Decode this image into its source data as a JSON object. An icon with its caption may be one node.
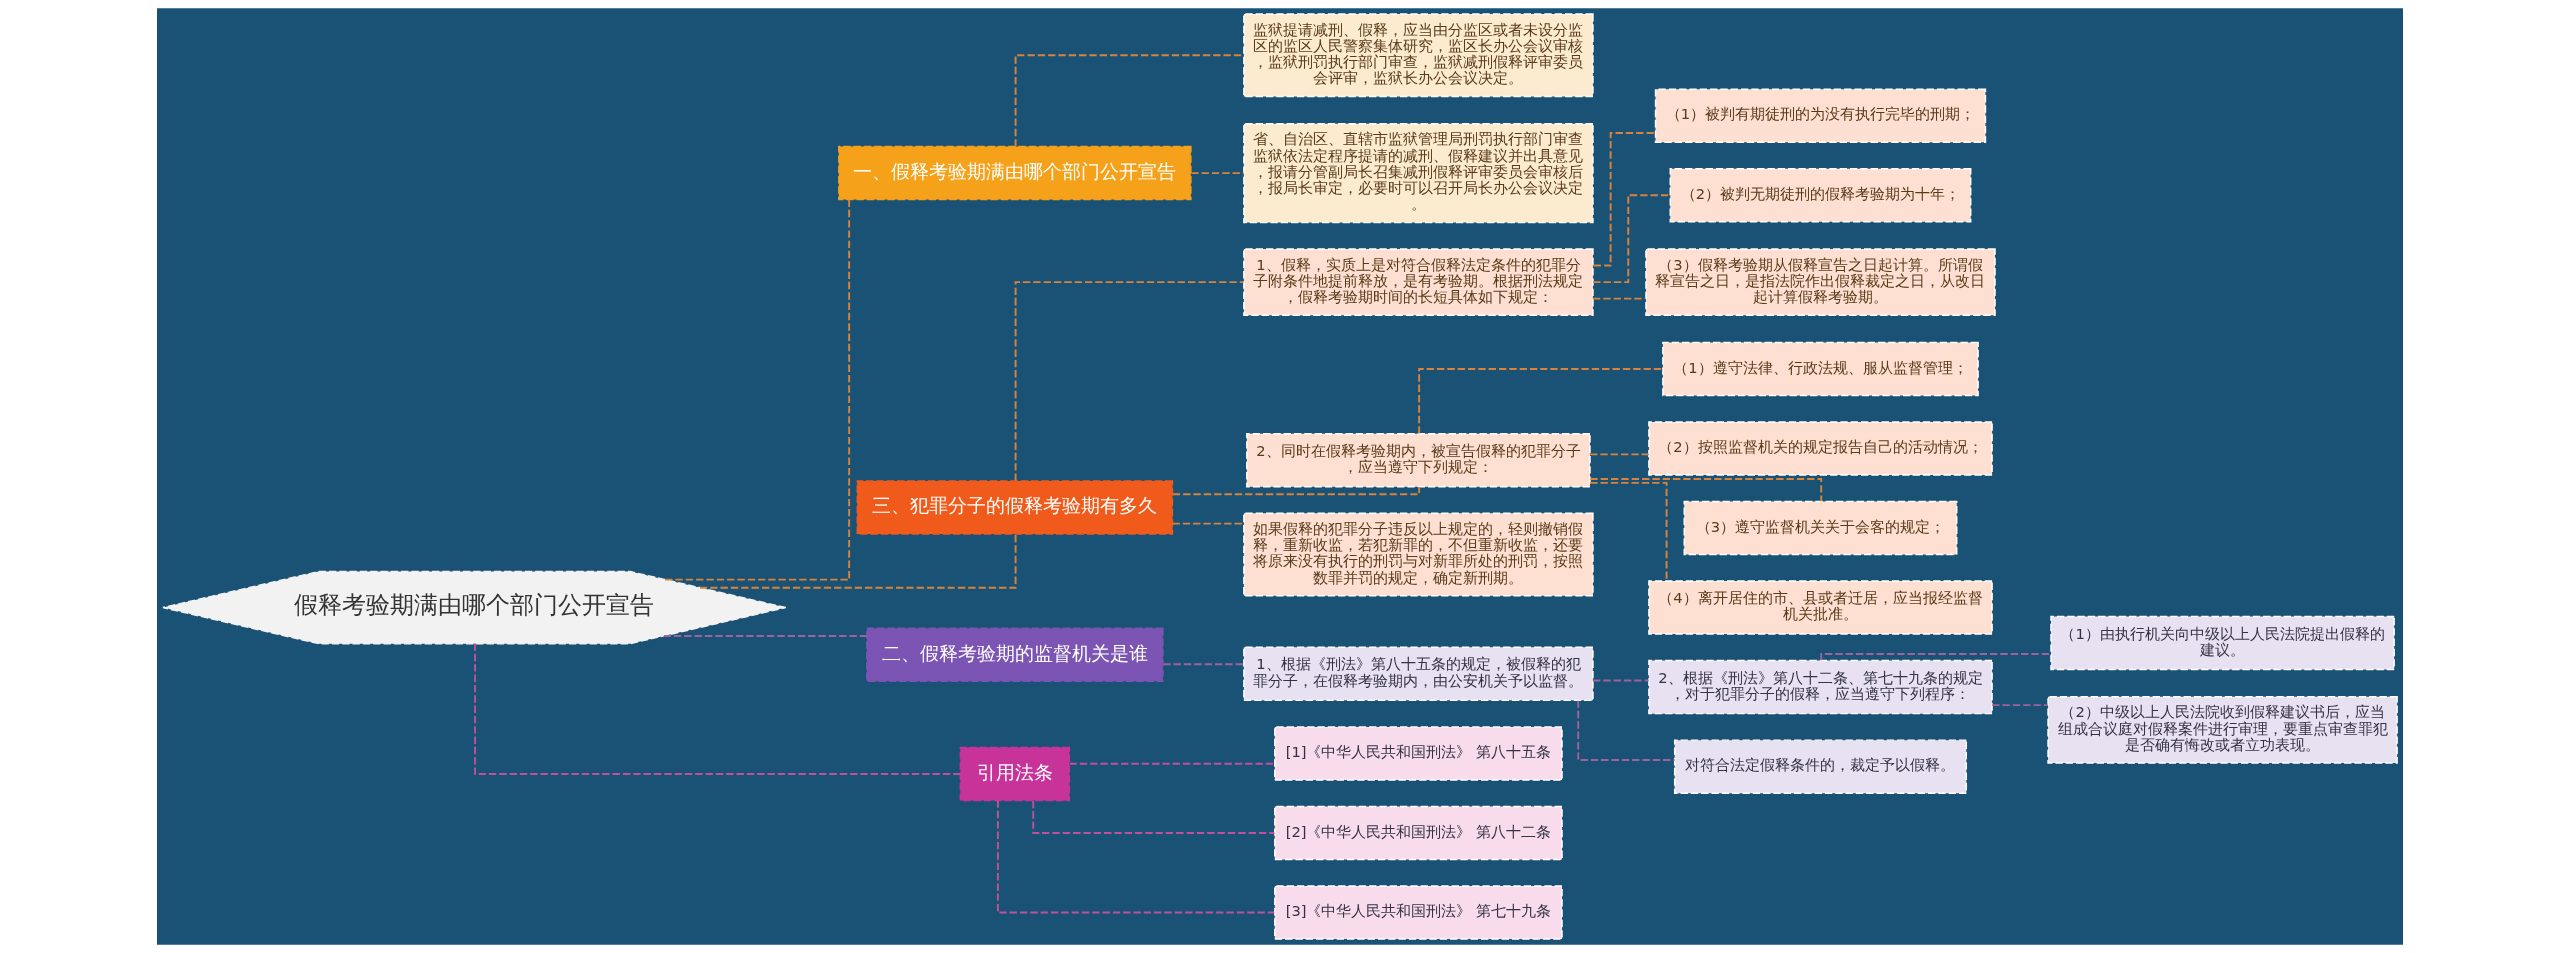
{
  "diagram": {
    "nodes": [
      {
        "text": [
          "假释考验期满由哪个部门公开宣告"
        ]
      },
      {
        "text": [
          "一、假释考验期满由哪个部门公开宣告"
        ]
      },
      {
        "text": [
          "监狱提请减刑、假释，应当由分监区或者未设分监区的监区人民警察集体研究，监区长办公会议审核，监狱刑罚执行部门审查，监狱减刑假释评审委员会评审，监狱长办公会议决定。"
        ]
      },
      {
        "text": [
          "省、自治区、直辖市监狱管理局刑罚执行部门审查监狱依法定程序提请的减刑、假释建议并出具意见，报请分管副局长召集减刑假释评审委员会审核后，报局长审定，必要时可以召开局长办公会议决定。"
        ]
      },
      {
        "text": [
          "三、犯罪分子的假释考验期有多久"
        ]
      },
      {
        "text": [
          "1、假释，实质上是对符合假释法定条件的犯罪分子附条件地提前释放，是有考验期。根据刑法规定，假释考验期时间的长短具体如下规定："
        ]
      },
      {
        "text": [
          "（1）被判有期徒刑的为没有执行完毕的刑期；"
        ]
      },
      {
        "text": [
          "（2）被判无期徒刑的假释考验期为十年；"
        ]
      },
      {
        "text": [
          "（3）假释考验期从假释宣告之日起计算。所谓假释宣告之日，是指法院作出假释裁定之日，从改日起计算假释考验期。"
        ]
      },
      {
        "text": [
          "2、同时在假释考验期内，被宣告假释的犯罪分子，应当遵守下列规定："
        ]
      },
      {
        "text": [
          "（1）遵守法律、行政法规、服从监督管理；"
        ]
      },
      {
        "text": [
          "（2）按照监督机关的规定报告自己的活动情况；"
        ]
      },
      {
        "text": [
          "（3）遵守监督机关关于会客的规定；"
        ]
      },
      {
        "text": [
          "（4）离开居住的市、县或者迁居，应当报经监督机关批准。"
        ]
      },
      {
        "text": [
          "如果假释的犯罪分子违反以上规定的，轻则撤销假释，重新收监，若犯新罪的，不但重新收监，还要将原来没有执行的刑罚与对新罪所处的刑罚，按照数罪并罚的规定，确定新刑期。"
        ]
      },
      {
        "text": [
          "二、假释考验期的监督机关是谁"
        ]
      },
      {
        "text": [
          "1、根据《刑法》第八十五条的规定，被假释的犯罪分子，在假释考验期内，由公安机关予以监督。"
        ]
      },
      {
        "text": [
          "2、根据《刑法》第八十二条、第七十九条的规定，对于犯罪分子的假释，应当遵守下列程序："
        ]
      },
      {
        "text": [
          "（1）由执行机关向中级以上人民法院提出假释的建议。"
        ]
      },
      {
        "text": [
          "（2）中级以上人民法院收到假释建议书后，应当组成合议庭对假释案件进行审理，要重点审查罪犯是否确有悔改或者立功表现。"
        ]
      },
      {
        "text": [
          "对符合法定假释条件的，裁定予以假释。"
        ]
      },
      {
        "text": [
          "引用法条"
        ]
      },
      {
        "text": [
          "[1]《中华人民共和国刑法》 第八十五条"
        ]
      },
      {
        "text": [
          "[2]《中华人民共和国刑法》 第八十二条"
        ]
      },
      {
        "text": [
          "[3]《中华人民共和国刑法》 第七十九条"
        ]
      }
    ],
    "edges": [
      {
        "from": 0,
        "to": 1,
        "arrow": "none",
        "style": "dashed"
      },
      {
        "from": 1,
        "to": 2,
        "arrow": "none",
        "style": "dashed"
      },
      {
        "from": 1,
        "to": 3,
        "arrow": "none",
        "style": "dashed"
      },
      {
        "from": 0,
        "to": 4,
        "arrow": "none",
        "style": "dashed"
      },
      {
        "from": 4,
        "to": 5,
        "arrow": "none",
        "style": "dashed"
      },
      {
        "from": 5,
        "to": 6,
        "arrow": "none",
        "style": "dashed"
      },
      {
        "from": 5,
        "to": 7,
        "arrow": "none",
        "style": "dashed"
      },
      {
        "from": 5,
        "to": 8,
        "arrow": "none",
        "style": "dashed"
      },
      {
        "from": 4,
        "to": 9,
        "arrow": "none",
        "style": "dashed"
      },
      {
        "from": 9,
        "to": 10,
        "arrow": "none",
        "style": "dashed"
      },
      {
        "from": 9,
        "to": 11,
        "arrow": "none",
        "style": "dashed"
      },
      {
        "from": 9,
        "to": 12,
        "arrow": "none",
        "style": "dashed"
      },
      {
        "from": 9,
        "to": 13,
        "arrow": "none",
        "style": "dashed"
      },
      {
        "from": 4,
        "to": 14,
        "arrow": "none",
        "style": "dashed"
      },
      {
        "from": 0,
        "to": 15,
        "arrow": "none",
        "style": "dashed",
        "color": "#a0629c"
      },
      {
        "from": 15,
        "to": 16,
        "arrow": "none",
        "style": "dashed",
        "color": "#a0629c"
      },
      {
        "from": 16,
        "to": 17,
        "arrow": "none",
        "style": "dashed",
        "color": "#a0629c"
      },
      {
        "from": 17,
        "to": 18,
        "arrow": "none",
        "style": "dashed",
        "color": "#a0629c"
      },
      {
        "from": 17,
        "to": 19,
        "arrow": "none",
        "style": "dashed",
        "color": "#a0629c"
      },
      {
        "from": 16,
        "to": 20,
        "arrow": "none",
        "style": "dashed",
        "color": "#a0629c"
      },
      {
        "from": 0,
        "to": 21,
        "arrow": "none",
        "style": "dashed",
        "color": "#c0509a"
      },
      {
        "from": 21,
        "to": 22,
        "arrow": "none",
        "style": "dashed",
        "color": "#c0509a"
      },
      {
        "from": 21,
        "to": 23,
        "arrow": "none",
        "style": "dashed",
        "color": "#c0509a"
      },
      {
        "from": 21,
        "to": 24,
        "arrow": "none",
        "style": "dashed",
        "color": "#c0509a"
      }
    ]
  }
}
